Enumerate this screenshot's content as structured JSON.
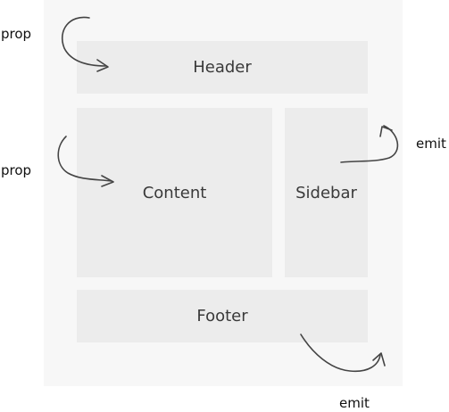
{
  "regions": {
    "header": "Header",
    "content": "Content",
    "sidebar": "Sidebar",
    "footer": "Footer"
  },
  "annotations": {
    "prop_top": "prop",
    "prop_middle": "prop",
    "emit_right": "emit",
    "emit_bottom": "emit"
  },
  "colors": {
    "frame_background": "#f7f7f7",
    "region_fill": "#ececec",
    "arrow_stroke": "#444444"
  }
}
